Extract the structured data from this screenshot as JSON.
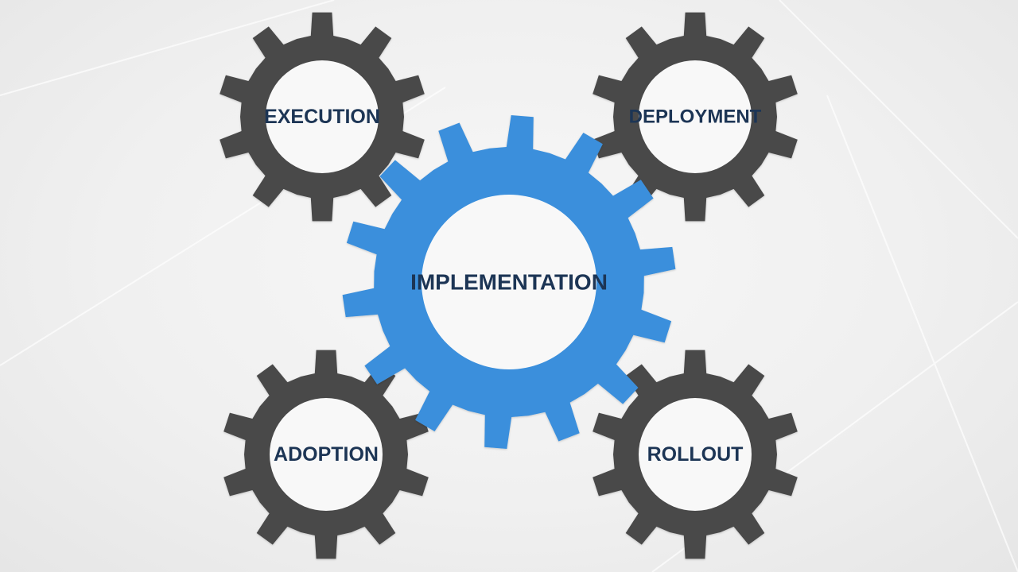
{
  "colors": {
    "background": "#f0f0f0",
    "center_gear": "#3a8fdc",
    "outer_gear": "#4a4a4a",
    "gear_face": "#f8f8f8",
    "label_text": "#1f3554"
  },
  "diagram": {
    "center": {
      "label": "IMPLEMENTATION",
      "icon": "gear-icon"
    },
    "satellites": [
      {
        "id": "execution",
        "label": "EXECUTION",
        "icon": "gear-icon"
      },
      {
        "id": "deployment",
        "label": "DEPLOYMENT",
        "icon": "gear-icon"
      },
      {
        "id": "adoption",
        "label": "ADOPTION",
        "icon": "gear-icon"
      },
      {
        "id": "rollout",
        "label": "ROLLOUT",
        "icon": "gear-icon"
      }
    ]
  }
}
